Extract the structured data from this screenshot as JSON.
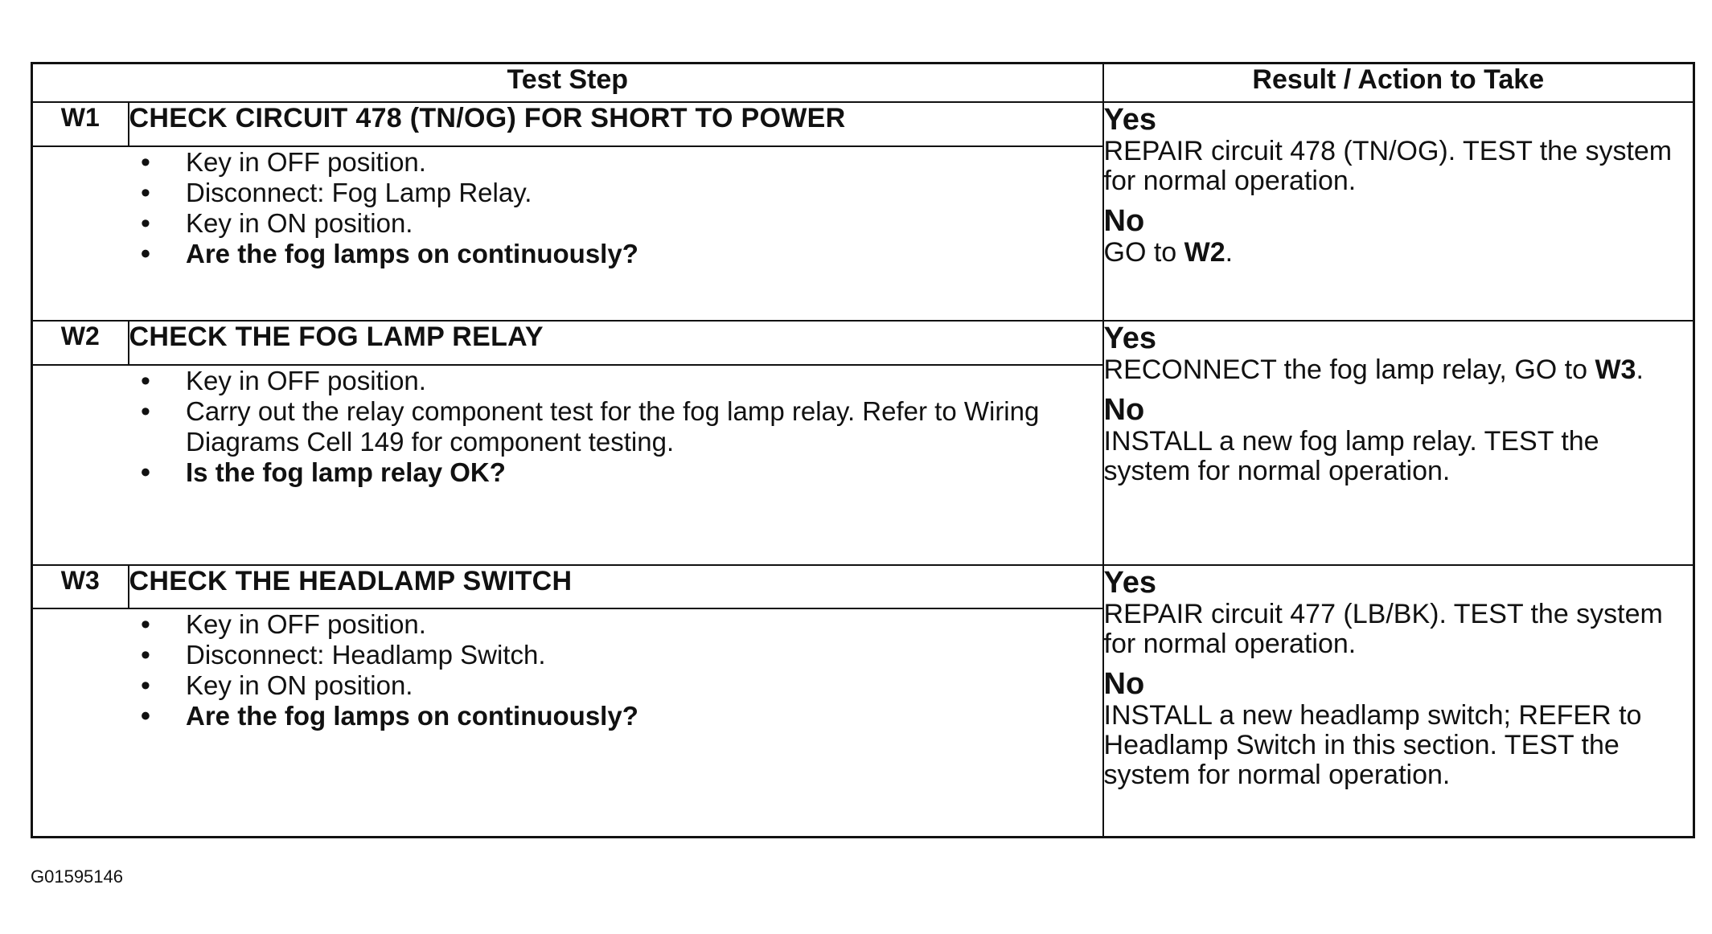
{
  "header": {
    "test_step": "Test Step",
    "result_action": "Result / Action to Take"
  },
  "steps": [
    {
      "id": "W1",
      "title": "CHECK CIRCUIT 478 (TN/OG) FOR SHORT TO POWER",
      "bullets": [
        "Key in OFF position.",
        "Disconnect: Fog Lamp Relay.",
        "Key in ON position."
      ],
      "question": "Are the fog lamps on continuously?",
      "yes_label": "Yes",
      "yes_action": "REPAIR circuit 478 (TN/OG). TEST the system for normal operation.",
      "no_label": "No",
      "no_action_pre": "GO to ",
      "no_action_bold": "W2",
      "no_action_post": "."
    },
    {
      "id": "W2",
      "title": "CHECK THE FOG LAMP RELAY",
      "bullets": [
        "Key in OFF position.",
        "Carry out the relay component test for the fog lamp relay. Refer to Wiring Diagrams Cell 149 for component testing."
      ],
      "question": "Is the fog lamp relay OK?",
      "yes_label": "Yes",
      "yes_action_pre": "RECONNECT the fog lamp relay, GO to ",
      "yes_action_bold": "W3",
      "yes_action_post": ".",
      "no_label": "No",
      "no_action": "INSTALL a new fog lamp relay. TEST the system for normal operation."
    },
    {
      "id": "W3",
      "title": "CHECK THE HEADLAMP SWITCH",
      "bullets": [
        "Key in OFF position.",
        "Disconnect: Headlamp Switch.",
        "Key in ON position."
      ],
      "question": "Are the fog lamps on continuously?",
      "yes_label": "Yes",
      "yes_action": "REPAIR circuit 477 (LB/BK). TEST the system for normal operation.",
      "no_label": "No",
      "no_action": "INSTALL a new headlamp switch; REFER to Headlamp Switch in this section. TEST the system for normal operation."
    }
  ],
  "figure_id": "G01595146"
}
